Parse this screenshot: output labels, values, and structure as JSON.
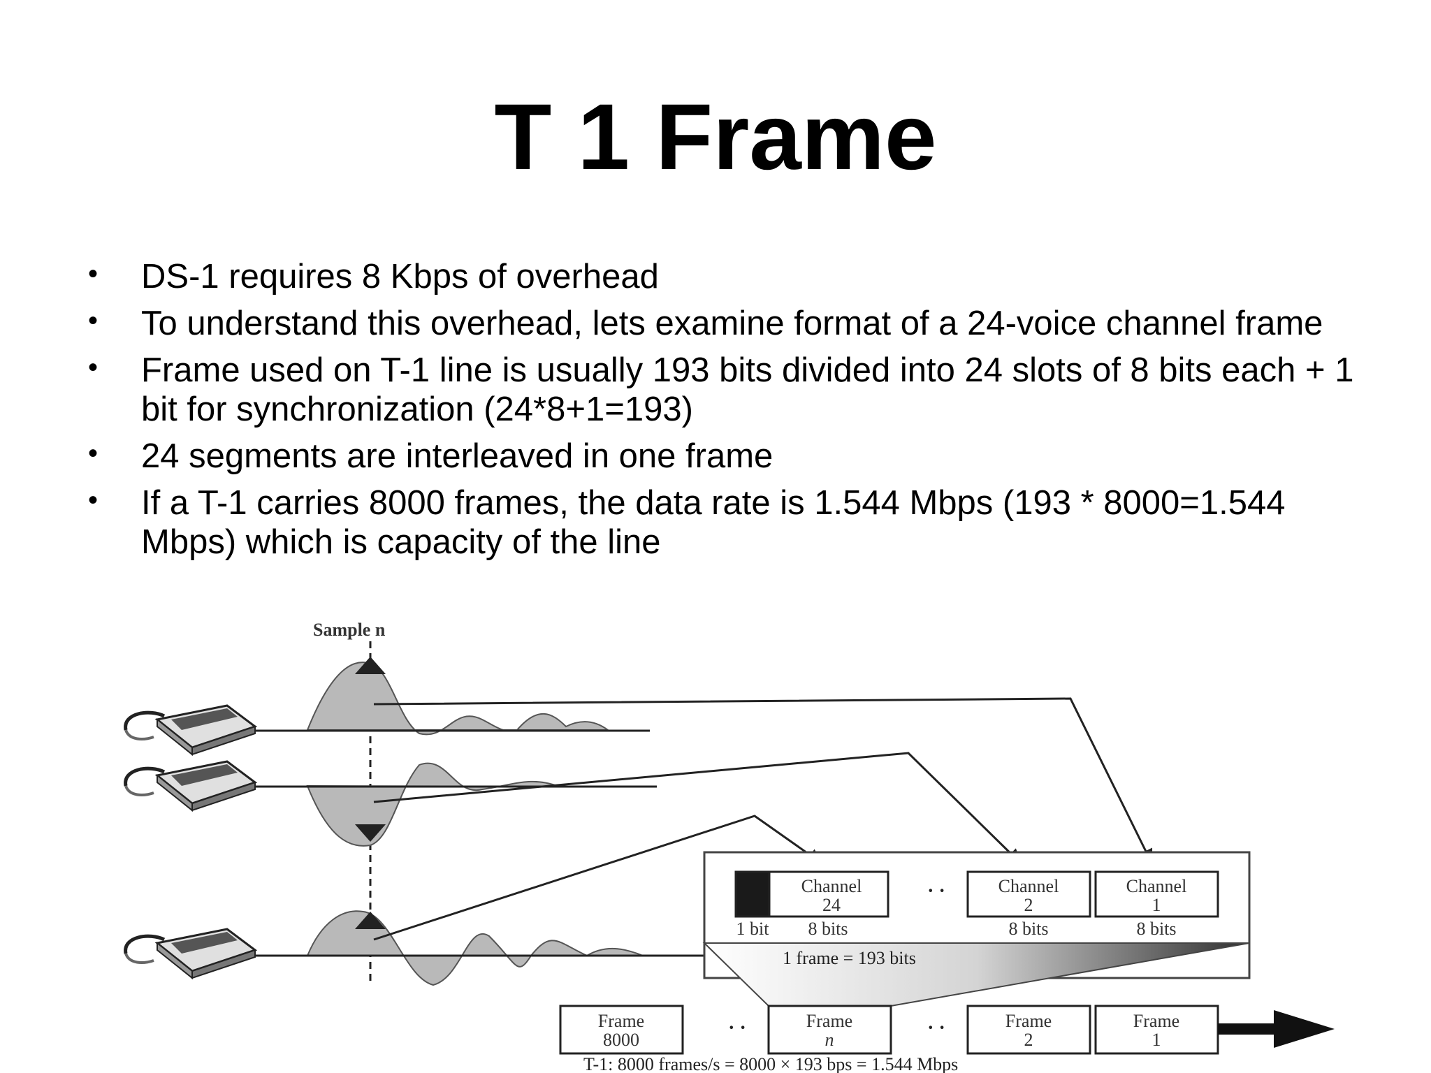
{
  "slide": {
    "title": "T 1 Frame",
    "bullets": [
      "DS-1 requires 8 Kbps of overhead",
      "To understand this overhead, lets examine format of a 24-voice channel frame",
      "Frame used on T-1 line is usually 193 bits divided into 24 slots of 8 bits each + 1 bit for synchronization (24*8+1=193)",
      "24 segments are interleaved in one frame",
      "If a T-1 carries 8000 frames, the data rate is 1.544 Mbps (193 * 8000=1.544 Mbps) which is capacity of the line"
    ]
  },
  "diagram": {
    "sample_label": "Sample n",
    "channels": [
      {
        "label": "Channel",
        "number": "24",
        "bits": "8 bits"
      },
      {
        "label": "Channel",
        "number": "2",
        "bits": "8 bits"
      },
      {
        "label": "Channel",
        "number": "1",
        "bits": "8 bits"
      }
    ],
    "sync_bit_label": "1 bit",
    "frame_size_label": "1 frame = 193 bits",
    "frames": [
      {
        "label": "Frame",
        "number": "8000"
      },
      {
        "label": "Frame",
        "number": "n"
      },
      {
        "label": "Frame",
        "number": "2"
      },
      {
        "label": "Frame",
        "number": "1"
      }
    ],
    "ellipsis": "· ·",
    "caption": "T-1: 8000 frames/s = 8000 × 193 bps = 1.544 Mbps"
  },
  "icons": [
    "telephone-icon",
    "arrow-right-icon"
  ]
}
